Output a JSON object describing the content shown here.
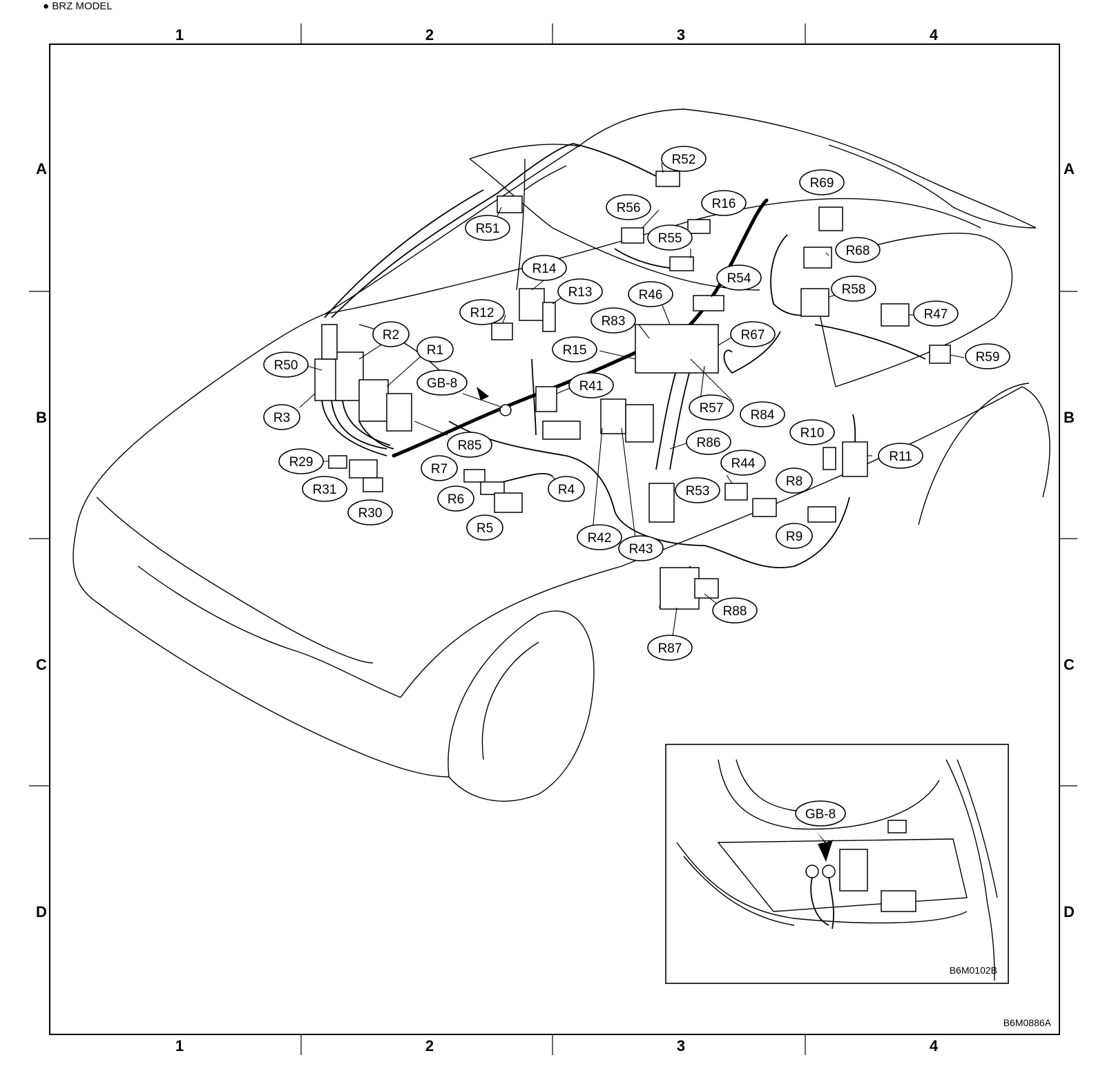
{
  "header": {
    "title": "● BRZ MODEL"
  },
  "grid": {
    "columns": [
      "1",
      "2",
      "3",
      "4"
    ],
    "rows": [
      "A",
      "B",
      "C",
      "D"
    ]
  },
  "connectors": [
    "R52",
    "R69",
    "R16",
    "R56",
    "R51",
    "R55",
    "R68",
    "R14",
    "R54",
    "R13",
    "R46",
    "R58",
    "R47",
    "R12",
    "R83",
    "R67",
    "R15",
    "R59",
    "R2",
    "R1",
    "R50",
    "GB-8",
    "R41",
    "R3",
    "R57",
    "R84",
    "R10",
    "R85",
    "R86",
    "R11",
    "R29",
    "R7",
    "R44",
    "R31",
    "R53",
    "R8",
    "R4",
    "R6",
    "R30",
    "R5",
    "R42",
    "R43",
    "R9",
    "R88",
    "R87"
  ],
  "inset": {
    "label": "GB-8",
    "code": "B6M0102B"
  },
  "figure_code": "B6M0886A"
}
